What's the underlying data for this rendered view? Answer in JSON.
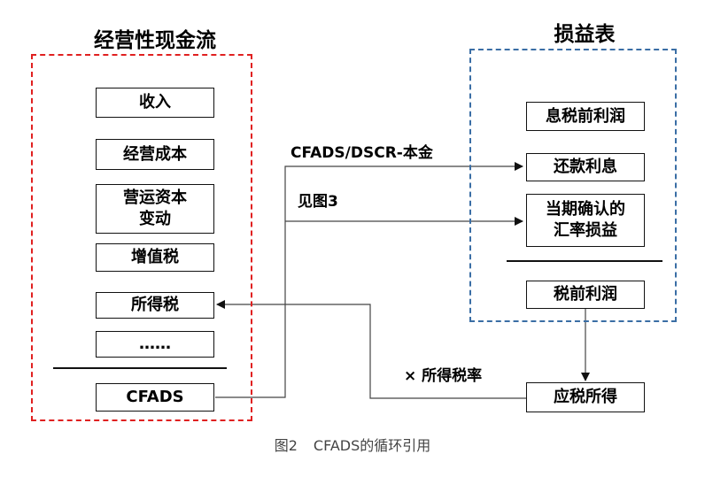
{
  "left_panel": {
    "title": "经营性现金流",
    "border_color": "#e02020",
    "items": [
      "收入",
      "经营成本",
      "营运资本\n变动",
      "增值税",
      "所得税",
      "……"
    ],
    "result": "CFADS"
  },
  "right_panel": {
    "title": "损益表",
    "border_color": "#3a6ea5",
    "items": [
      "息税前利润",
      "还款利息",
      "当期确认的\n汇率损益"
    ],
    "result": "税前利润"
  },
  "taxable_income": "应税所得",
  "labels": {
    "principal": "CFADS/DSCR-本金",
    "see_fig": "见图3",
    "tax_rate": "× 所得税率"
  },
  "caption": {
    "figure": "图2",
    "text": "CFADS的循环引用"
  }
}
